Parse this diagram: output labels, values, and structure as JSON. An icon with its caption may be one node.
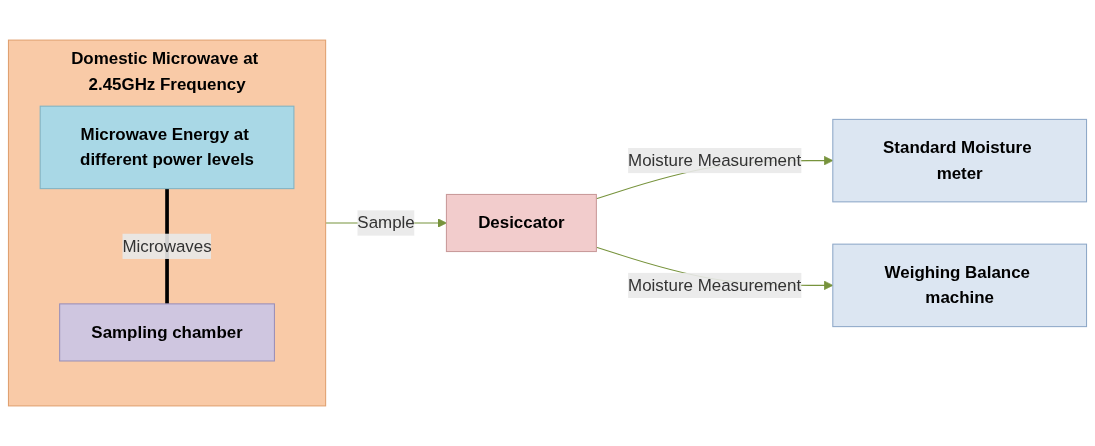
{
  "diagram": {
    "nodes": [
      {
        "text": [
          "Domestic Microwave at 2.45GHz Frequency"
        ]
      },
      {
        "text": [
          "Microwave Energy at different power levels"
        ],
        "in": 0
      },
      {
        "text": [
          "Sampling chamber"
        ],
        "in": 0
      },
      {
        "text": [
          "Desiccator"
        ]
      },
      {
        "text": [
          "Standard Moisture meter"
        ]
      },
      {
        "text": [
          "Weighing Balance machine"
        ]
      }
    ],
    "edges": [
      {
        "from": 1,
        "to": 2,
        "arrow": "none",
        "label": "Microwaves",
        "style": "thick",
        "color": "#000000"
      },
      {
        "from": 0,
        "to": 3,
        "arrow": "to",
        "label": "Sample"
      },
      {
        "from": 3,
        "to": 4,
        "arrow": "to",
        "label": "Moisture Measurement"
      },
      {
        "from": 3,
        "to": 5,
        "arrow": "to",
        "label": "Moisture Measurement"
      }
    ]
  }
}
